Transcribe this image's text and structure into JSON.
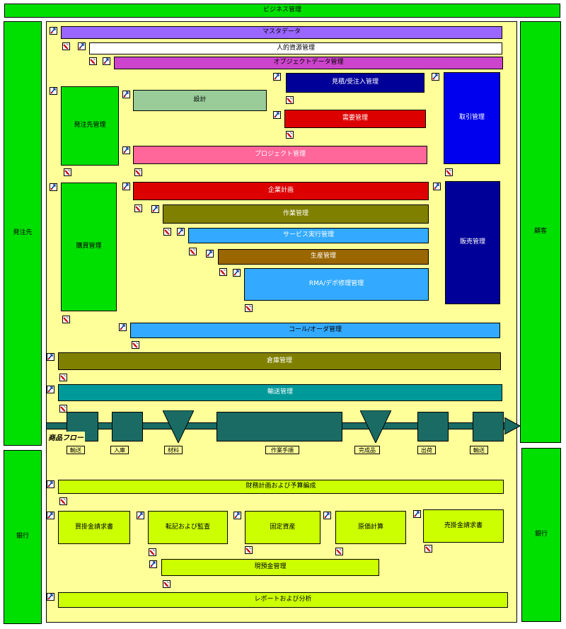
{
  "colors": {
    "green": "#00e000",
    "yellow": "#ffff99",
    "purple": "#9966ff",
    "white": "#ffffff",
    "magenta": "#cc44cc",
    "sage": "#99cc99",
    "navy": "#000099",
    "blue": "#0000ee",
    "red": "#dd0000",
    "pink": "#ff6699",
    "olive": "#808000",
    "skyblue": "#33aaff",
    "brown": "#996600",
    "teal": "#009999",
    "lime": "#ccff00",
    "flow": "#1a6b64"
  },
  "banner": {
    "top": "ビジネス管理"
  },
  "sides": {
    "supplier": "発注先",
    "customer": "顧客",
    "bank_left": "銀行",
    "bank_right": "銀行"
  },
  "modules": {
    "master_data": "マスタデータ",
    "hr": "人的資源管理",
    "object_data": "オブジェクトデータ管理",
    "design": "設計",
    "supplier_mgmt": "発注先管理",
    "estimate": "見積/受注入管理",
    "demand": "需要管理",
    "sales": "取引管理",
    "project": "プロジェクト管理",
    "purchasing": "購買管理",
    "enterprise_planning": "企業計画",
    "work_order": "作業管理",
    "service_exec": "サービス実行管理",
    "production": "生産管理",
    "rma": "RMA/デポ修理管理",
    "sales_mgmt": "販売管理",
    "call_order": "コール/オーダ管理",
    "warehouse": "倉庫管理",
    "transport": "輸送管理",
    "finance_planning": "財務計画および予算編成",
    "payables": "買掛金請求書",
    "ledger_audit": "転記および監査",
    "fixed_assets": "固定資産",
    "costing": "原価計算",
    "receivables": "売掛金請求書",
    "cash": "現預金管理",
    "reports": "レポートおよび分析"
  },
  "flow": {
    "title": "商品フロー",
    "stages": [
      "輸送",
      "入庫",
      "材料",
      "作業手順",
      "完成品",
      "出荷",
      "輸送"
    ]
  },
  "icons": {
    "link": "hyperlink-icon",
    "detail": "drilldown-icon"
  }
}
